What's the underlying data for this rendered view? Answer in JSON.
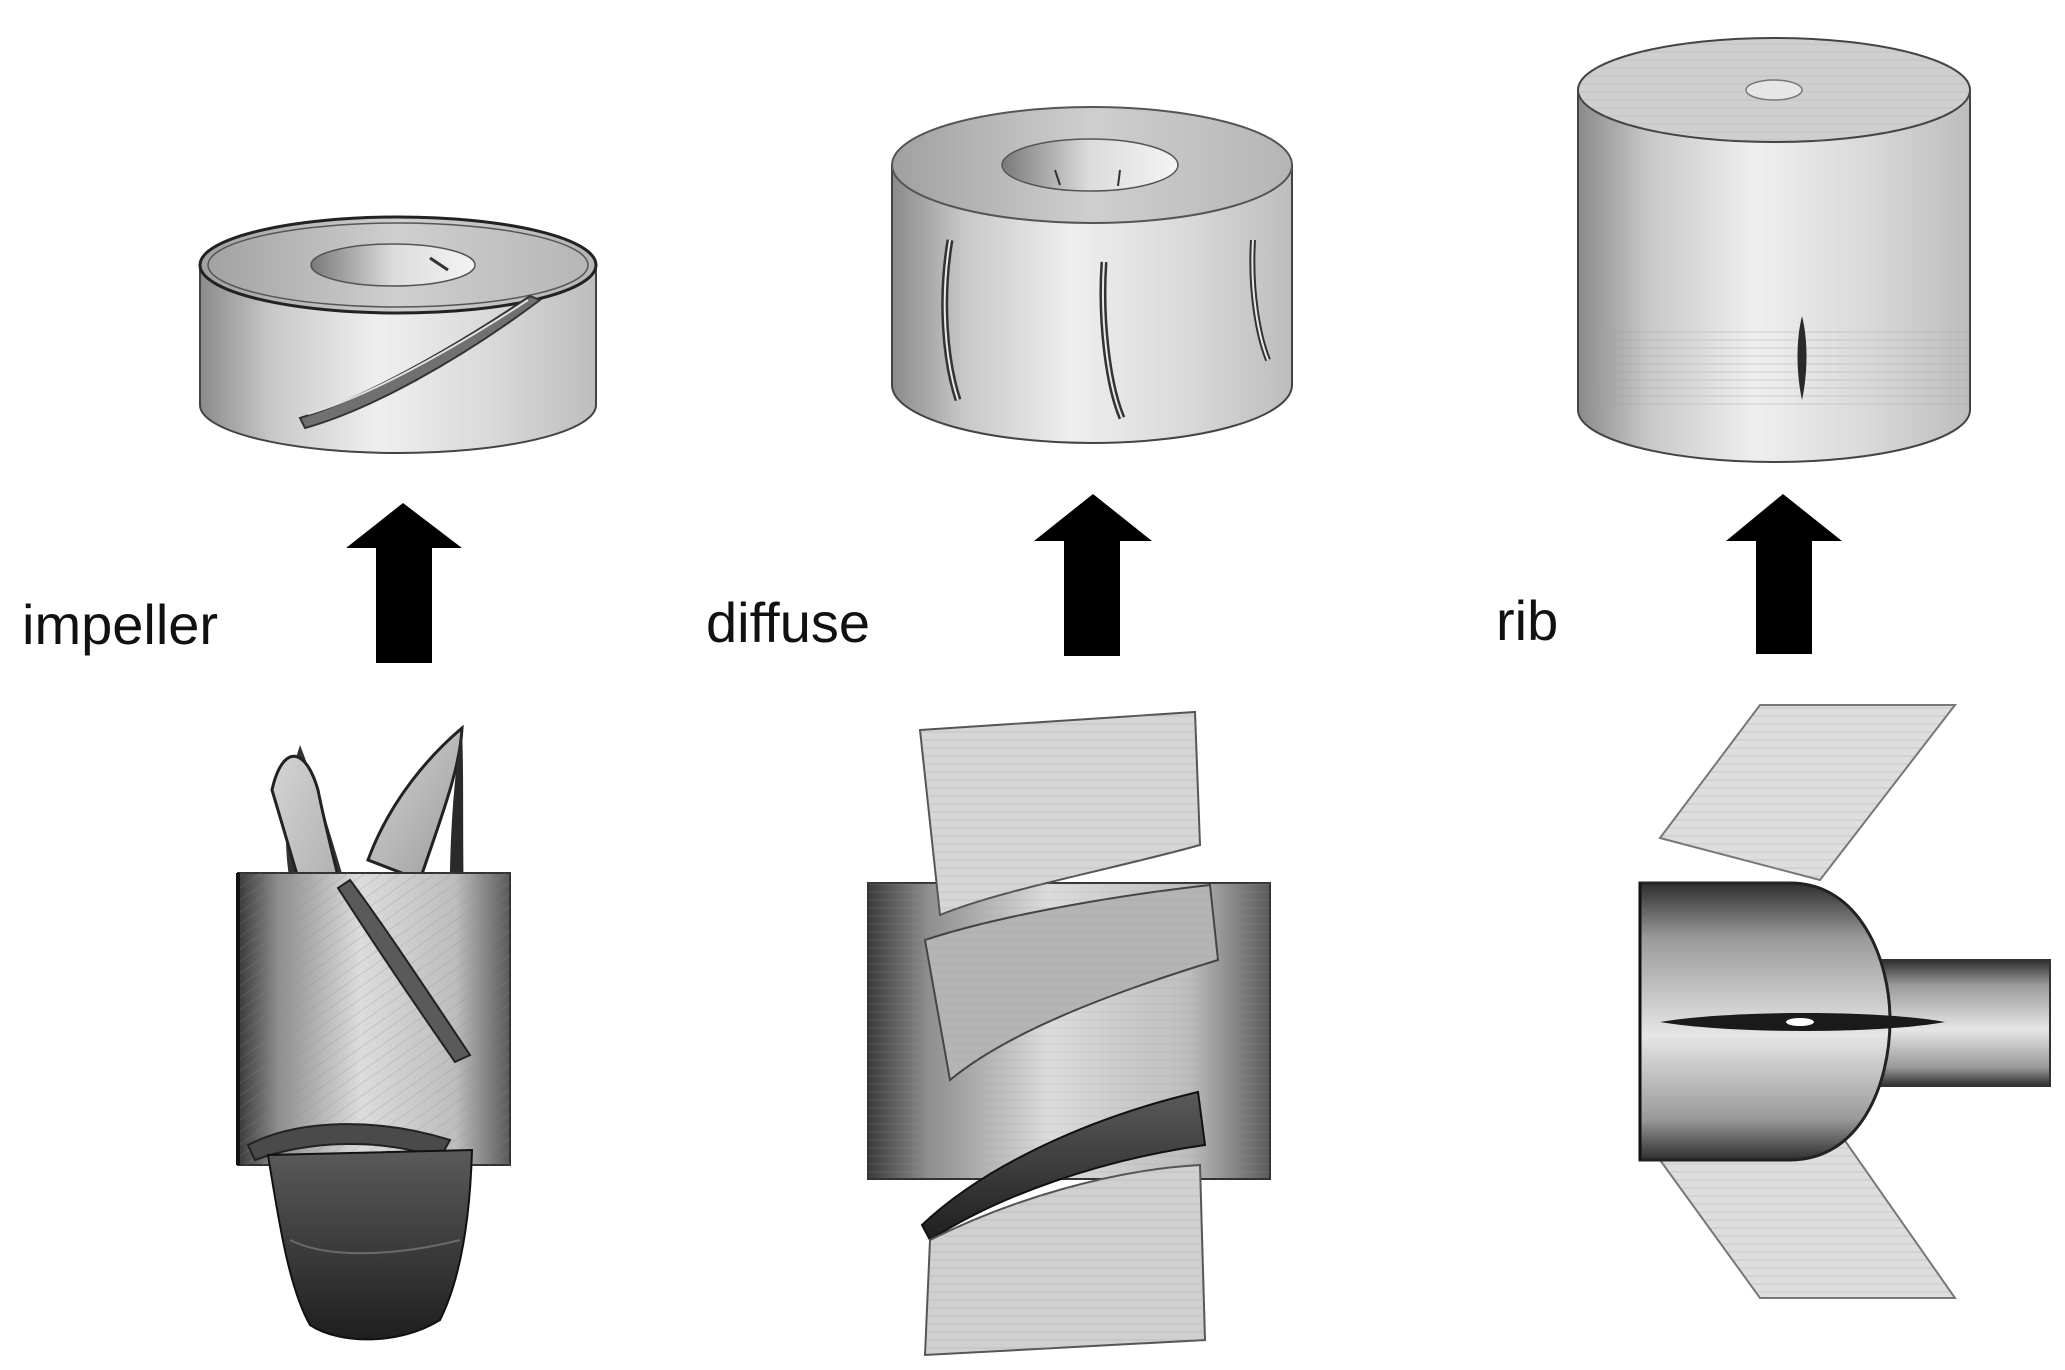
{
  "labels": {
    "impeller": "impeller",
    "diffuse": "diffuse",
    "rib": "rib"
  },
  "panels": [
    {
      "id": "impeller",
      "top_view": "cylindrical-fluid-domain-with-one-swept-blade-passage",
      "bottom_view": "impeller-hub-with-twisted-blades"
    },
    {
      "id": "diffuse",
      "top_view": "cylindrical-fluid-domain-with-curved-vane-slots",
      "bottom_view": "diffuser-hub-with-curved-vanes"
    },
    {
      "id": "rib",
      "top_view": "tall-cylindrical-fluid-domain-with-rib-slot",
      "bottom_view": "bulb-hub-with-swept-ribs-and-outlet-pipe"
    }
  ],
  "arrow": {
    "direction": "up",
    "color": "#000000"
  },
  "colors": {
    "background": "#ffffff",
    "mesh_light": "#e6e6e6",
    "mesh_mid": "#a8a8a8",
    "mesh_dark": "#3c3c3c",
    "edge": "#222222"
  }
}
